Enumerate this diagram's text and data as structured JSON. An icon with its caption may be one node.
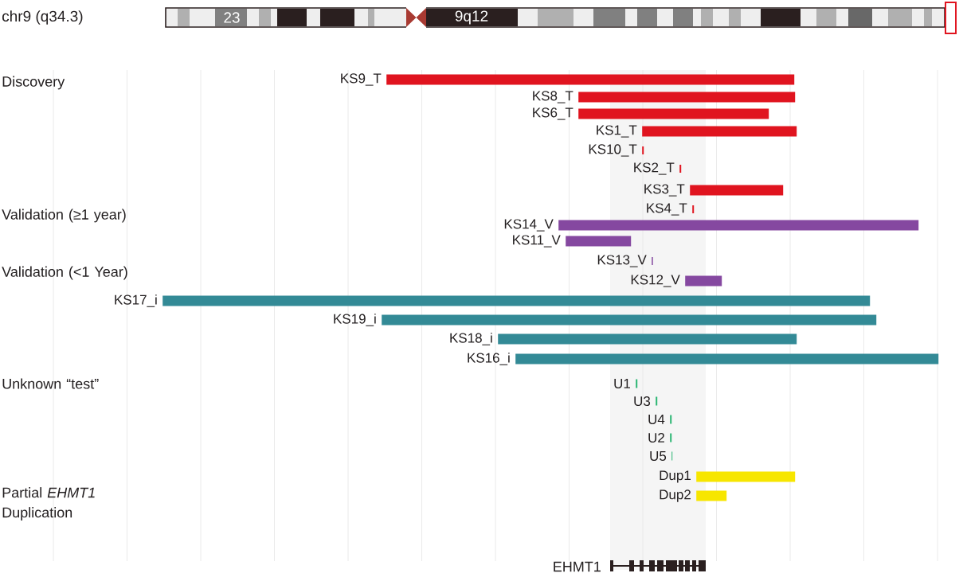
{
  "diagram": {
    "nodes": [
      {
        "text": [],
        "shape": "bar",
        "beside": [
          "KS9_T"
        ]
      },
      {
        "text": [],
        "shape": "bar",
        "beside": [
          "KS8_T"
        ]
      },
      {
        "text": [],
        "shape": "bar",
        "beside": [
          "KS6_T"
        ]
      },
      {
        "text": [],
        "shape": "bar",
        "beside": [
          "KS1_T"
        ]
      },
      {
        "text": [],
        "shape": "bar",
        "beside": [
          "KS10_T"
        ]
      },
      {
        "text": [],
        "shape": "bar",
        "beside": [
          "KS2_T"
        ]
      },
      {
        "text": [],
        "shape": "bar",
        "beside": [
          "KS3_T"
        ]
      },
      {
        "text": [],
        "shape": "bar",
        "beside": [
          "KS4_T"
        ]
      },
      {
        "text": [],
        "shape": "bar",
        "beside": [
          "KS14_V"
        ]
      },
      {
        "text": [],
        "shape": "bar",
        "beside": [
          "KS11_V"
        ]
      },
      {
        "text": [],
        "shape": "bar",
        "beside": [
          "KS13_V"
        ]
      },
      {
        "text": [],
        "shape": "bar",
        "beside": [
          "KS12_V"
        ]
      },
      {
        "text": [],
        "shape": "bar",
        "beside": [
          "KS17_i"
        ]
      },
      {
        "text": [],
        "shape": "bar",
        "beside": [
          "KS19_i"
        ]
      },
      {
        "text": [],
        "shape": "bar",
        "beside": [
          "KS18_i"
        ]
      },
      {
        "text": [],
        "shape": "bar",
        "beside": [
          "KS16_i"
        ]
      },
      {
        "text": [],
        "shape": "bar",
        "beside": [
          "U1"
        ]
      },
      {
        "text": [],
        "shape": "bar",
        "beside": [
          "U3"
        ]
      },
      {
        "text": [],
        "shape": "bar",
        "beside": [
          "U4"
        ]
      },
      {
        "text": [],
        "shape": "bar",
        "beside": [
          "U2"
        ]
      },
      {
        "text": [],
        "shape": "bar",
        "beside": [
          "U5"
        ]
      },
      {
        "text": [],
        "shape": "bar",
        "beside": [
          "Dup1"
        ]
      },
      {
        "text": [],
        "shape": "bar",
        "beside": [
          "Dup2"
        ]
      }
    ],
    "labels": [
      "chr9 (q34.3)",
      "23",
      "9q12",
      "Discovery",
      "Validation (≥1 year)",
      "Validation (<1 Year)",
      "Unknown “test”",
      "Partial *EHMT1* Duplication",
      "EHMT1"
    ]
  }
}
